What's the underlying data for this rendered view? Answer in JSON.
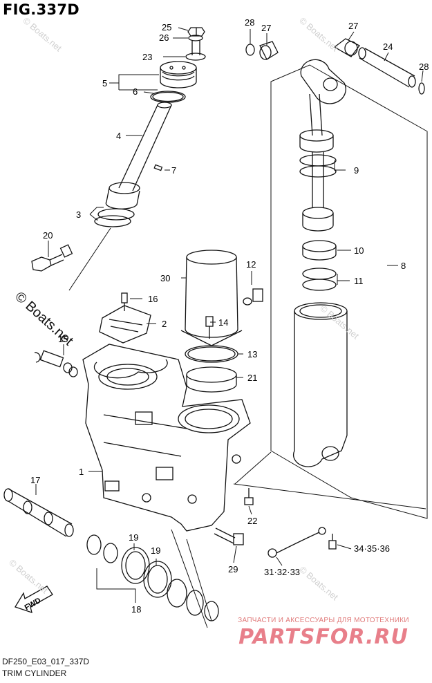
{
  "figure": {
    "title": "FIG.337D"
  },
  "footer": {
    "code": "DF250_E03_017_337D",
    "name": "TRIM CYLINDER"
  },
  "watermark": {
    "site": "© Boats.net",
    "site_faint": "© Boats.net"
  },
  "branding": {
    "tagline": "ЗАПЧАСТИ И АКСЕССУАРЫ ДЛЯ МОТОТЕХНИКИ",
    "logo": "PARTSFOR.RU"
  },
  "direction": {
    "label": "FWD"
  },
  "callouts": {
    "c25": "25",
    "c26": "26",
    "c23": "23",
    "c5": "5",
    "c6": "6",
    "c4": "4",
    "c7": "7",
    "c3": "3",
    "c20": "20",
    "c16": "16",
    "c2": "2",
    "c15": "15",
    "c1": "1",
    "c17": "17",
    "c19a": "19",
    "c19b": "19",
    "c18": "18",
    "c28a": "28",
    "c27a": "27",
    "c27b": "27",
    "c24": "24",
    "c28b": "28",
    "c9": "9",
    "c10": "10",
    "c11": "11",
    "c8": "8",
    "c12": "12",
    "c30": "30",
    "c14": "14",
    "c13": "13",
    "c21": "21",
    "c22": "22",
    "c29": "29",
    "c313233": "31·32·33",
    "c343536": "34·35·36"
  },
  "colors": {
    "line": "#111111",
    "watermark": "#d0d0d0",
    "brand": "#e87f8a"
  }
}
